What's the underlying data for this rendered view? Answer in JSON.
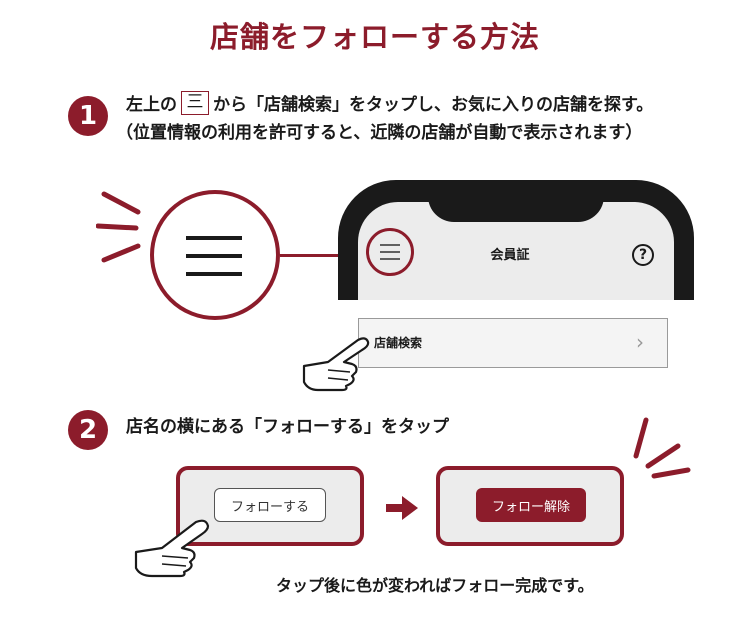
{
  "title": "店舗をフォローする方法",
  "accent_color": "#8c1c2b",
  "step1": {
    "number": "1",
    "line1_before": "左上の",
    "line1_icon": "三",
    "line1_after": "から「店舗検索」をタップし、お気に入りの店舗を探す。",
    "line2": "（位置情報の利用を許可すると、近隣の店舗が自動で表示されます）"
  },
  "phone": {
    "member_card_label": "会員証",
    "help_icon": "?",
    "store_search_label": "店舗検索",
    "chevron": "›"
  },
  "step2": {
    "number": "2",
    "text": "店名の横にある「フォローする」をタップ",
    "follow_button": "フォローする",
    "unfollow_button": "フォロー解除",
    "footer": "タップ後に色が変わればフォロー完成です。"
  }
}
